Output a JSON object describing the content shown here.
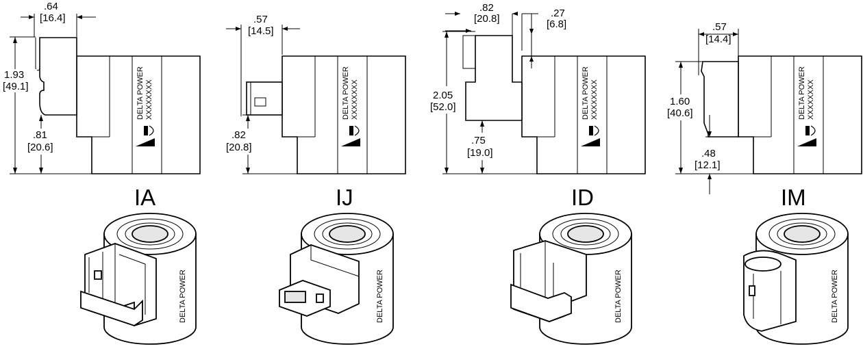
{
  "colors": {
    "line": "#000000",
    "background": "#ffffff",
    "shade": "#e6e6e6"
  },
  "coils": [
    {
      "variant": "IA",
      "brand": "DELTA POWER",
      "part_code": "XXXXXXXX",
      "dims": [
        {
          "in": ".64",
          "mm": "[16.4]"
        },
        {
          "in": "1.93",
          "mm": "[49.1]"
        },
        {
          "in": ".81",
          "mm": "[20.6]"
        }
      ]
    },
    {
      "variant": "IJ",
      "brand": "DELTA POWER",
      "part_code": "XXXXXXXX",
      "dims": [
        {
          "in": ".57",
          "mm": "[14.5]"
        },
        {
          "in": ".82",
          "mm": "[20.8]"
        }
      ]
    },
    {
      "variant": "ID",
      "brand": "DELTA POWER",
      "part_code": "XXXXXXXX",
      "dims": [
        {
          "in": ".82",
          "mm": "[20.8]"
        },
        {
          "in": ".27",
          "mm": "[6.8]"
        },
        {
          "in": "2.05",
          "mm": "[52.0]"
        },
        {
          "in": ".75",
          "mm": "[19.0]"
        }
      ]
    },
    {
      "variant": "IM",
      "brand": "DELTA POWER",
      "part_code": "XXXXXXXX",
      "dims": [
        {
          "in": ".57",
          "mm": "[14.4]"
        },
        {
          "in": "1.60",
          "mm": "[40.6]"
        },
        {
          "in": ".48",
          "mm": "[12.1]"
        }
      ]
    }
  ],
  "iso_brand": "DELTA POWER"
}
